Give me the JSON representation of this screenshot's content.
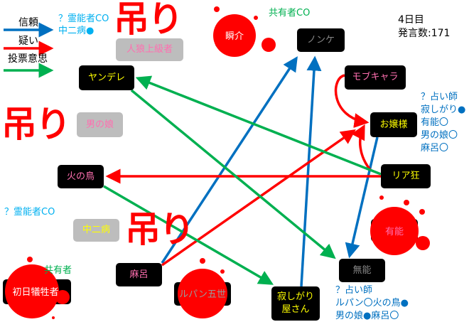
{
  "legend": {
    "trust": "信頼",
    "doubt": "疑い",
    "vote": "投票意思"
  },
  "colors": {
    "trust": "#0070c0",
    "doubt": "#ff0000",
    "vote": "#00b050",
    "blood": "#ff0000"
  },
  "status": {
    "day": "4日目",
    "posts": "発言数:171"
  },
  "hang_label": "吊り",
  "nodes": {
    "werewolf_expert": "人狼上級者",
    "shunsuke": "瞬介",
    "nonke": "ノンケ",
    "yandere": "ヤンデレ",
    "mob": "モブキャラ",
    "ojousama": "お嬢様",
    "otokonoko": "男の娘",
    "hinotori": "火の鳥",
    "riakyo": "リア狂",
    "chuunibyou": "中二病",
    "yuunou": "有能",
    "munou": "無能",
    "maro": "麻呂",
    "first_victim": "初日犠牲者",
    "lupin": "ルパン五世",
    "sabishigari": [
      "寂しがり",
      "屋さん"
    ]
  },
  "notes": {
    "chuuni_top": [
      "？霊能者CO",
      "中二病●"
    ],
    "shunsuke_co": "共有者CO",
    "ojousama_seer": [
      "？占い師",
      "寂しがり●",
      "有能〇",
      "男の娘〇",
      "麻呂〇"
    ],
    "medium_co": "？霊能者CO",
    "first_victim_role": "共有者",
    "munou_seer": [
      "？占い師",
      "ルパン〇火の鳥●",
      "男の娘●麻呂〇"
    ]
  }
}
